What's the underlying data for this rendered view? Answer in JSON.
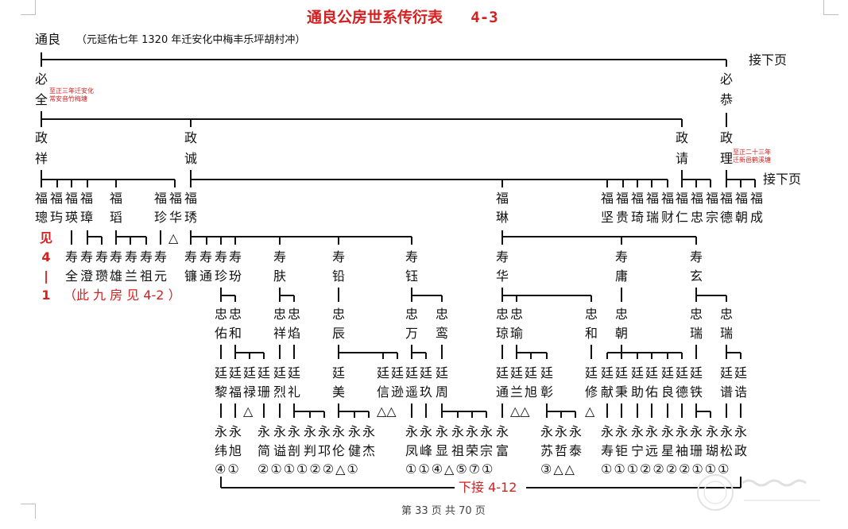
{
  "title": "通良公房世系传衍表",
  "table_no": "4-3",
  "root": {
    "name": "通良",
    "note": "（元延佑七年 1320 年迁安化中梅丰乐坪胡村冲）"
  },
  "continue_label": "接下页",
  "continue_label_2": "接下页",
  "gen2": [
    {
      "chars": [
        "必",
        "全"
      ],
      "note": [
        "至正三年迁安化",
        "常安音竹梅塘"
      ]
    },
    {
      "chars": [
        "必",
        "恭"
      ]
    }
  ],
  "gen3": [
    {
      "chars": [
        "政",
        "祥"
      ]
    },
    {
      "chars": [
        "政",
        "诚"
      ]
    },
    {
      "chars": [
        "政",
        "请"
      ]
    },
    {
      "chars": [
        "政",
        "理"
      ],
      "note": [
        "至正二十三年",
        "迁新邑鹤溪塘"
      ]
    }
  ],
  "gen4": [
    "福璁",
    "福玙",
    "福瑛",
    "福璋",
    "福瑫",
    "福珍",
    "福华",
    "福琇",
    "福琳",
    "福坚",
    "福贵",
    "福琦",
    "福瑞",
    "福财",
    "福仁",
    "福忠",
    "福宗",
    "福德",
    "福朝",
    "福成"
  ],
  "side_note": {
    "chars": [
      "见",
      "4",
      "|",
      "1"
    ],
    "text": "（此 九 房 见 4-2 ）"
  },
  "gen5": [
    "寿全",
    "寿澄",
    "寿瓒",
    "寿雄",
    "寿兰",
    "寿祖",
    "寿元",
    "寿镰",
    "寿通",
    "寿珍",
    "寿玢",
    "寿肤",
    "寿铅",
    "寿钰",
    "寿华",
    "寿庸",
    "寿玄"
  ],
  "gen6": [
    "忠佑",
    "忠和",
    "忠祥",
    "忠焰",
    "忠辰",
    "忠万",
    "忠鸾",
    "忠琼",
    "忠瑜",
    "忠和",
    "忠朝",
    "忠瑞",
    "忠瑞"
  ],
  "gen7": [
    "廷黎",
    "廷福",
    "廷禄",
    "廷珊",
    "廷烈",
    "廷礼",
    "廷美",
    "廷信",
    "廷逊",
    "廷遥",
    "廷玖",
    "廷周",
    "廷通",
    "廷兰",
    "廷旭",
    "廷彰",
    "廷修",
    "廷献",
    "廷秉",
    "廷助",
    "廷佑",
    "廷良",
    "廷德",
    "廷铁",
    "廷谱",
    "廷诰"
  ],
  "gen8": [
    "永纬",
    "永旭",
    "永简",
    "永谥",
    "永剖",
    "永判",
    "永邛",
    "永伦",
    "永健",
    "永杰",
    "永凤",
    "永峰",
    "永显",
    "永祖",
    "永荣",
    "永宗",
    "永富",
    "永苏",
    "永哲",
    "永泰",
    "永寿",
    "永钜",
    "永宁",
    "永远",
    "永星",
    "永袖",
    "永珊",
    "永瑚",
    "永松",
    "永政"
  ],
  "marks": [
    "④①",
    "②①①①②②△①",
    "①①④△⑤⑦①",
    "③△△",
    "①①①②②②②①①①"
  ],
  "triangles": [
    "△",
    "△",
    "△△",
    "△△",
    "△"
  ],
  "bottom_continue": "下接 4-12",
  "footer": {
    "page_text": "第 33 页 共 70 页"
  }
}
